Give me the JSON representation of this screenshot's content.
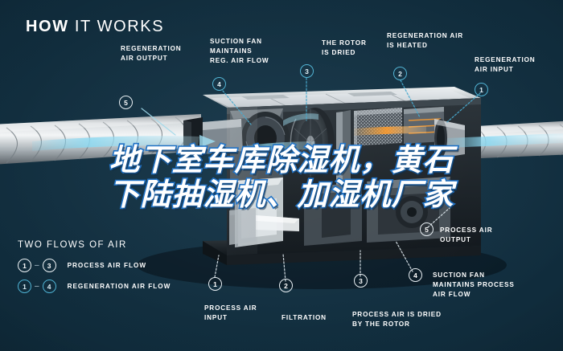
{
  "header": {
    "title_bold": "HOW",
    "title_light": "IT WORKS"
  },
  "colors": {
    "background_dark": "#0d2836",
    "background_mid": "#16374a",
    "accent_cyan": "#4fb3d4",
    "airflow_blue": "#5bc0de",
    "text_white": "#ffffff",
    "watermark_stroke": "#1b6fc4",
    "metal_light": "#d8dde0",
    "metal_dark": "#6e767c"
  },
  "callouts": [
    {
      "id": "regeneration-air-output",
      "number": "5",
      "number_style": "white",
      "label": "REGENERATION\nAIR OUTPUT"
    },
    {
      "id": "suction-fan-reg",
      "number": "4",
      "number_style": "cyan",
      "label": "SUCTION FAN\nMAINTAINS\nREG. AIR FLOW"
    },
    {
      "id": "rotor-is-dried",
      "number": "3",
      "number_style": "cyan",
      "label": "THE ROTOR\nIS DRIED"
    },
    {
      "id": "regeneration-air-heated",
      "number": "2",
      "number_style": "cyan",
      "label": "REGENERATION AIR\nIS HEATED"
    },
    {
      "id": "regeneration-air-input",
      "number": "1",
      "number_style": "cyan",
      "label": "REGENERATION\nAIR INPUT"
    },
    {
      "id": "process-air-output",
      "number": "5",
      "number_style": "white",
      "label": "PROCESS AIR\nOUTPUT"
    },
    {
      "id": "suction-fan-process",
      "number": "4",
      "number_style": "white",
      "label": "SUCTION FAN\nMAINTAINS PROCESS\nAIR FLOW"
    },
    {
      "id": "process-air-dried",
      "number": "3",
      "number_style": "white",
      "label": "PROCESS AIR IS DRIED\nBY THE ROTOR"
    },
    {
      "id": "filtration",
      "number": "2",
      "number_style": "white",
      "label": "FILTRATION"
    },
    {
      "id": "process-air-input",
      "number": "1",
      "number_style": "white",
      "label": "PROCESS AIR\nINPUT"
    }
  ],
  "legend": {
    "title": "TWO FLOWS OF AIR",
    "rows": [
      {
        "from": "1",
        "dash": "–",
        "to": "3",
        "style": "white",
        "label": "PROCESS AIR FLOW"
      },
      {
        "from": "1",
        "dash": "–",
        "to": "4",
        "style": "cyan",
        "label": "REGENERATION AIR FLOW"
      }
    ]
  },
  "watermark": {
    "line1": "地下室车库除湿机，黄石",
    "line2": "下陆抽湿机、加湿机厂家"
  },
  "artwork": {
    "description": "cutaway-3d-render-desiccant-dehumidifier",
    "left_duct": "flexible-spiral-duct",
    "right_duct": "flexible-spiral-duct",
    "rotor": "desiccant-rotor-wheel",
    "fan": "centrifugal-fan",
    "heater": "regeneration-heater-coil",
    "filter": "filtration-panel"
  }
}
